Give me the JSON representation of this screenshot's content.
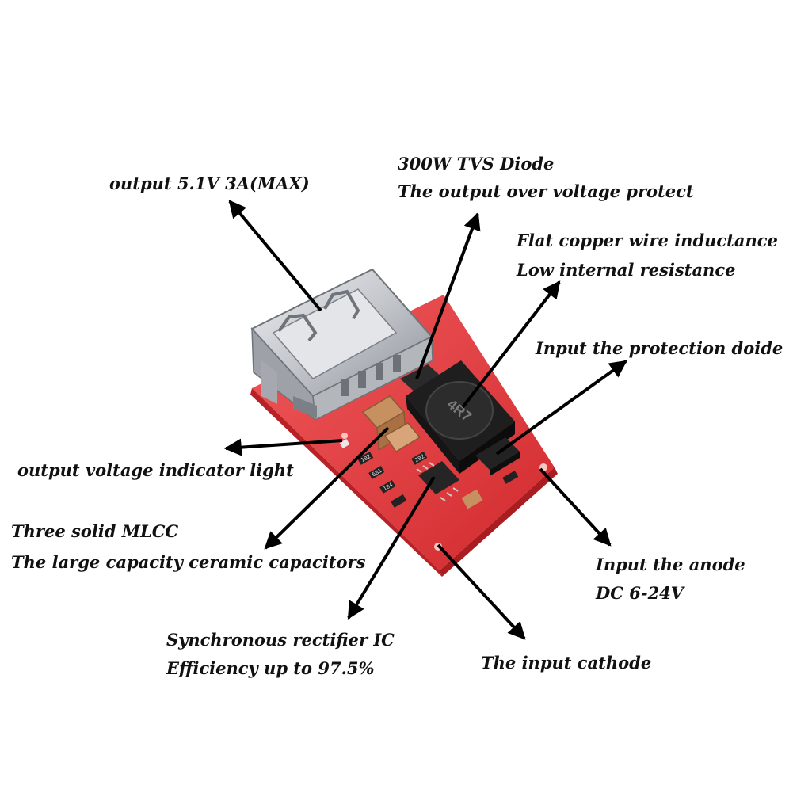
{
  "labels": {
    "output": "output 5.1V 3A(MAX)",
    "tvs_line1": "300W TVS Diode",
    "tvs_line2": "The output over voltage protect",
    "inductor_line1": "Flat copper wire inductance",
    "inductor_line2": "Low internal resistance",
    "protection_diode": "Input the protection doide",
    "indicator_light": "output voltage indicator light",
    "mlcc_line1": "Three solid MLCC",
    "mlcc_line2": "The large capacity ceramic capacitors",
    "anode_line1": "Input the anode",
    "anode_line2": "DC 6-24V",
    "rectifier_line1": "Synchronous rectifier IC",
    "rectifier_line2": "Efficiency up to 97.5%",
    "cathode": "The input cathode"
  },
  "board": {
    "inductor_marking": "4R7",
    "resistor_codes": [
      "102",
      "681",
      "202",
      "104"
    ]
  },
  "colors": {
    "pcb": "#e43a3c",
    "usb_metal": "#c9cbcf",
    "inductor": "#1e1e1e",
    "capacitor": "#c79061",
    "arrow": "#000000"
  }
}
